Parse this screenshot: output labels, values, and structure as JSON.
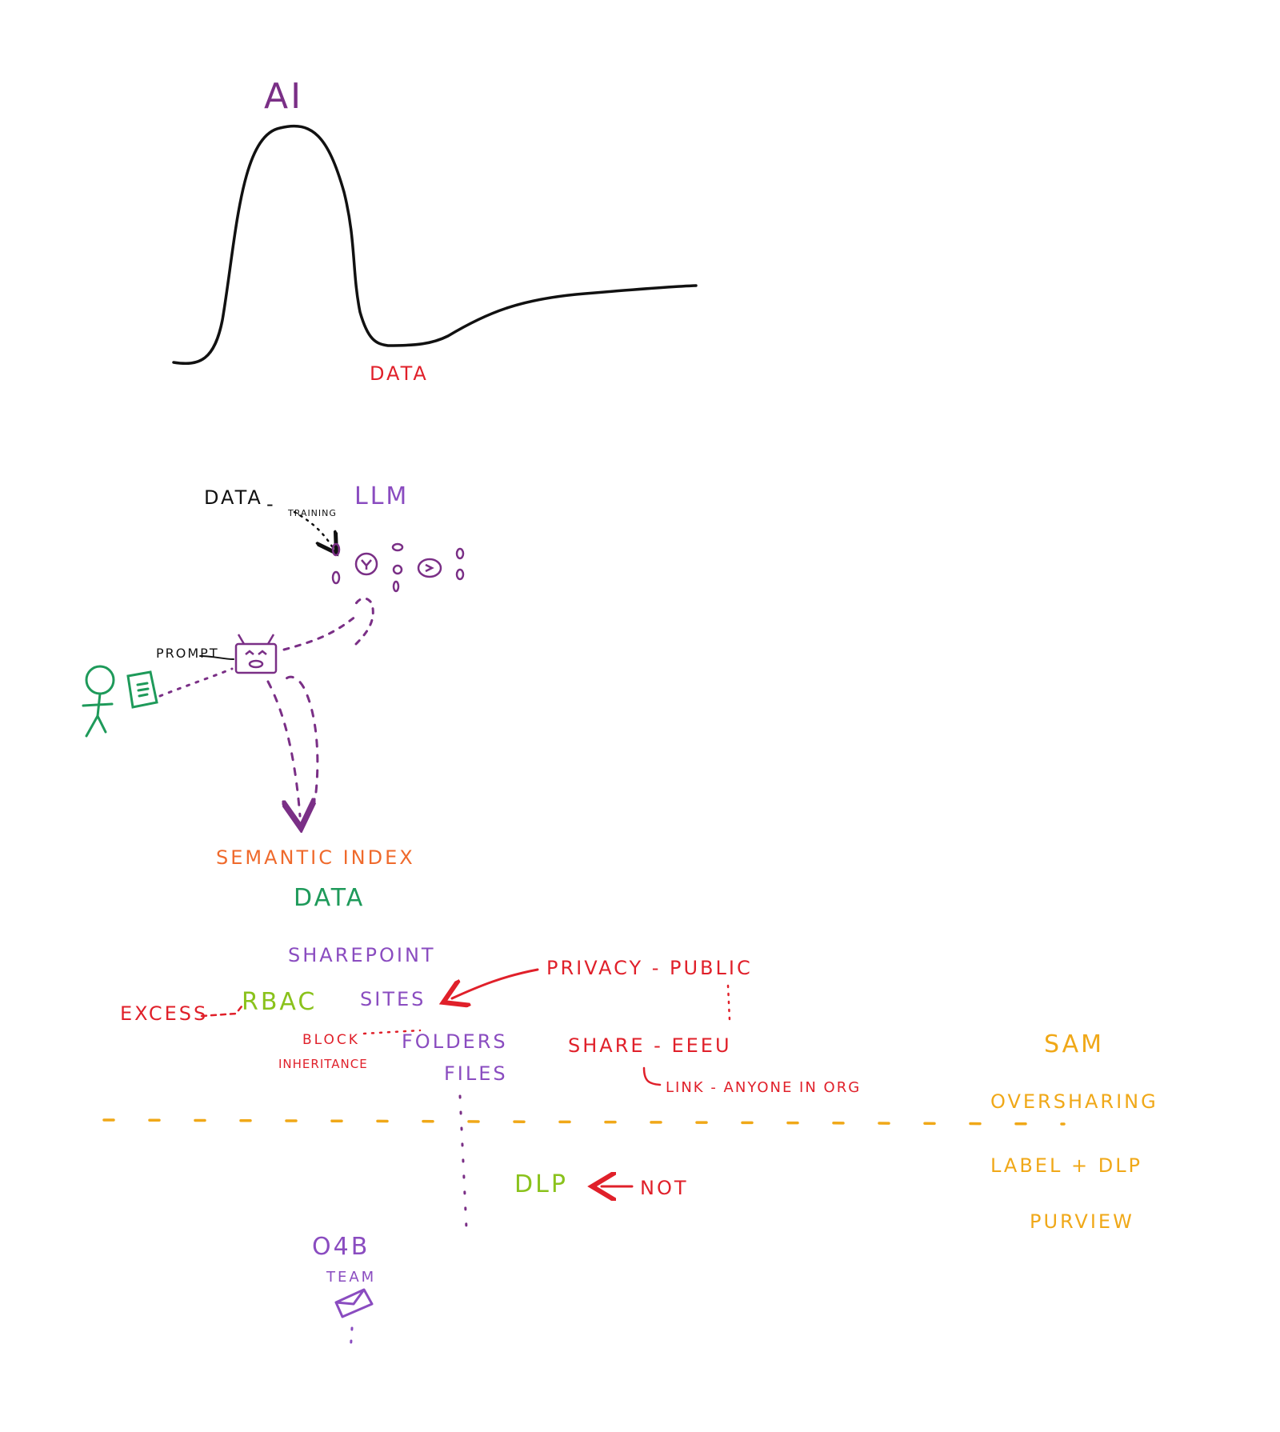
{
  "colors": {
    "ink": "#111111",
    "purple": "#7a2f86",
    "violet": "#8a4cc0",
    "red": "#e0202a",
    "orange": "#ef6a2c",
    "green": "#1e9a5a",
    "lime": "#8ac21c",
    "amber": "#f0a818"
  },
  "hype_curve": {
    "peak_label": "AI",
    "trough_label": "DATA"
  },
  "llm_flow": {
    "data_label": "DATA",
    "dash": "-",
    "training_label": "TRAINING",
    "llm_label": "LLM",
    "prompt_label": "PROMPT"
  },
  "stack": {
    "semantic_index": "SEMANTIC INDEX",
    "data": "DATA",
    "sharepoint": "SHAREPOINT",
    "sites": "SITES",
    "rbac": "RBAC",
    "excess": "EXCESS",
    "block_inheritance_1": "BLOCK",
    "block_inheritance_2": "INHERITANCE",
    "folders": "FOLDERS",
    "files": "FILES",
    "privacy_public": "PRIVACY - PUBLIC",
    "share_eeeu": "SHARE - EEEU",
    "link_anyone": "LINK - ANYONE IN ORG"
  },
  "below_line": {
    "dlp": "DLP",
    "not": "NOT",
    "o4b": "O4B",
    "team": "TEAM"
  },
  "right_column": {
    "sam": "SAM",
    "oversharing": "OVERSHARING",
    "label_dlp": "LABEL + DLP",
    "purview": "PURVIEW"
  }
}
